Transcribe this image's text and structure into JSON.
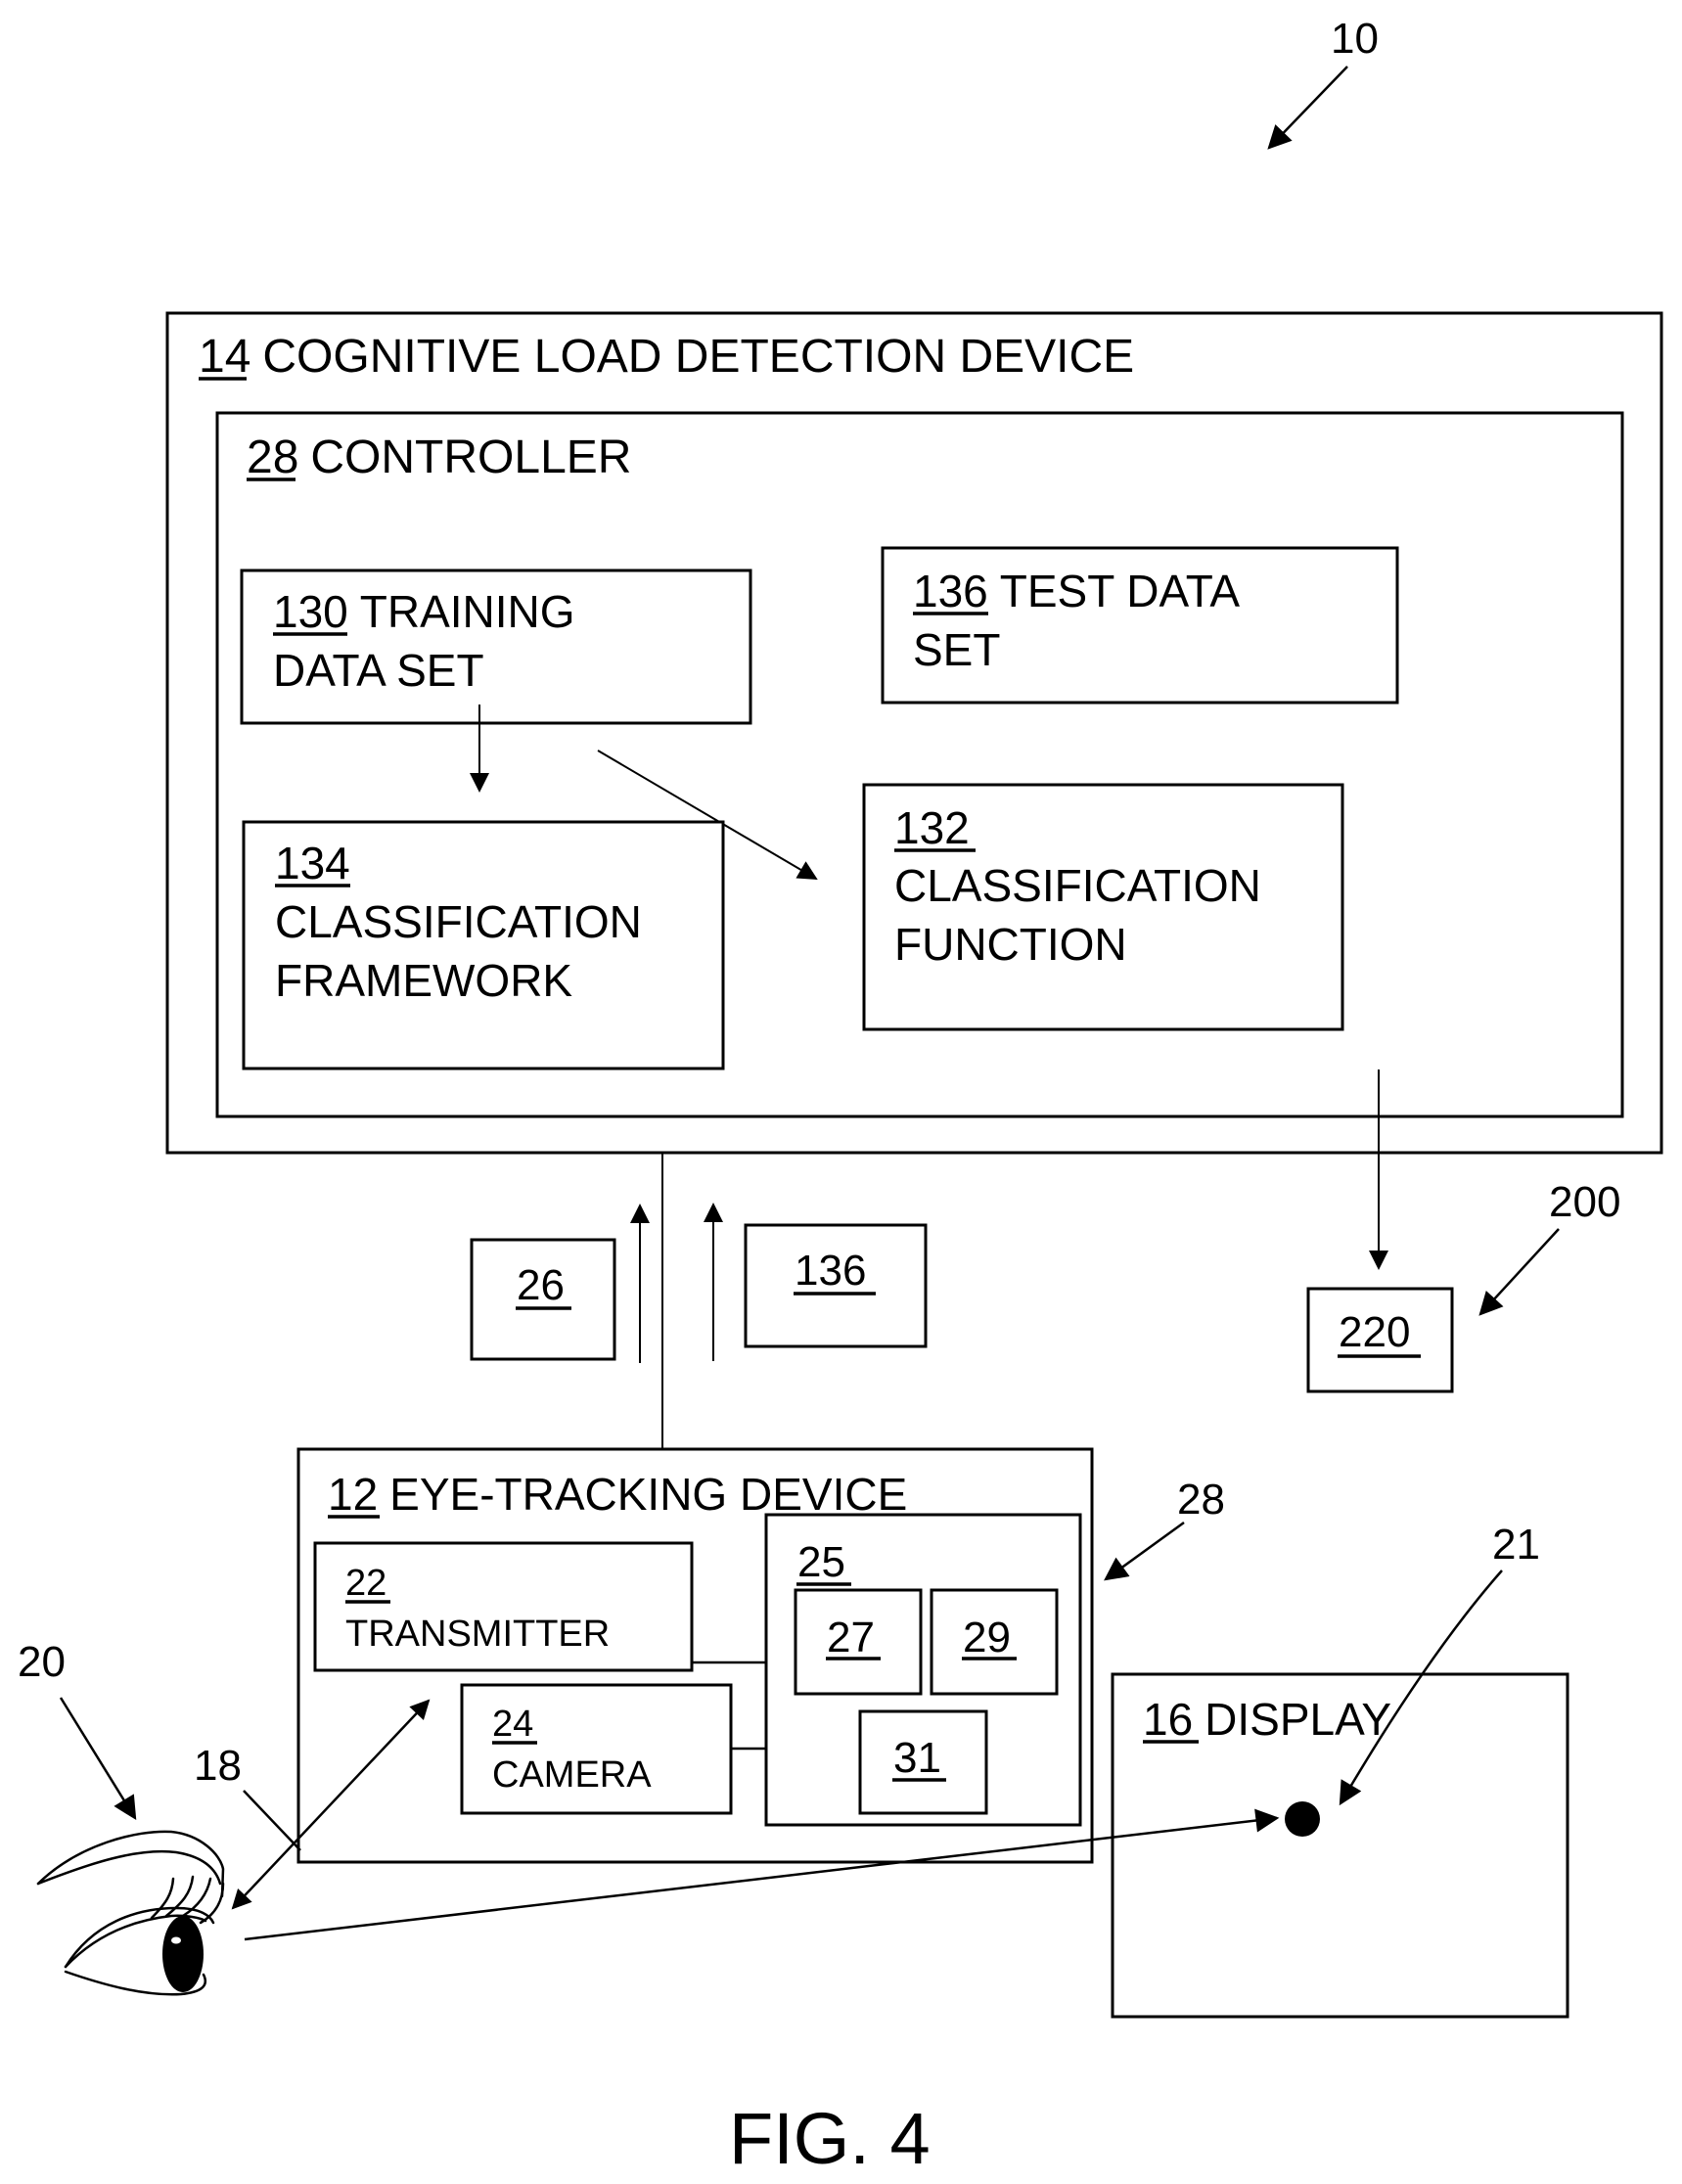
{
  "figure": {
    "caption": "FIG. 4",
    "reference_numeral": "10"
  },
  "cognitive_load_device": {
    "ref": "14",
    "label": "COGNITIVE LOAD DETECTION DEVICE"
  },
  "controller": {
    "ref": "28",
    "label": "CONTROLLER"
  },
  "training_data_set": {
    "ref": "130",
    "line1": "TRAINING",
    "line2": "DATA SET"
  },
  "test_data_set": {
    "ref": "136",
    "line1": "TEST DATA",
    "line2": "SET"
  },
  "classification_framework": {
    "ref": "134",
    "line1": "CLASSIFICATION",
    "line2": "FRAMEWORK"
  },
  "classification_function": {
    "ref": "132",
    "line1": "CLASSIFICATION",
    "line2": "FUNCTION"
  },
  "data_flow": {
    "box_26": "26",
    "box_136": "136"
  },
  "output": {
    "box_ref": "220",
    "pointer_ref": "200"
  },
  "eye_tracking_device": {
    "ref": "12",
    "label": "EYE-TRACKING DEVICE",
    "pointer_ref": "28"
  },
  "transmitter": {
    "ref": "22",
    "label": "TRANSMITTER"
  },
  "camera": {
    "ref": "24",
    "label": "CAMERA"
  },
  "processing_unit": {
    "ref": "25",
    "sub": [
      "27",
      "29",
      "31"
    ]
  },
  "display": {
    "ref": "16",
    "label": "DISPLAY"
  },
  "annotations": {
    "eye": "20",
    "light_path": "18",
    "gaze_point": "21"
  }
}
